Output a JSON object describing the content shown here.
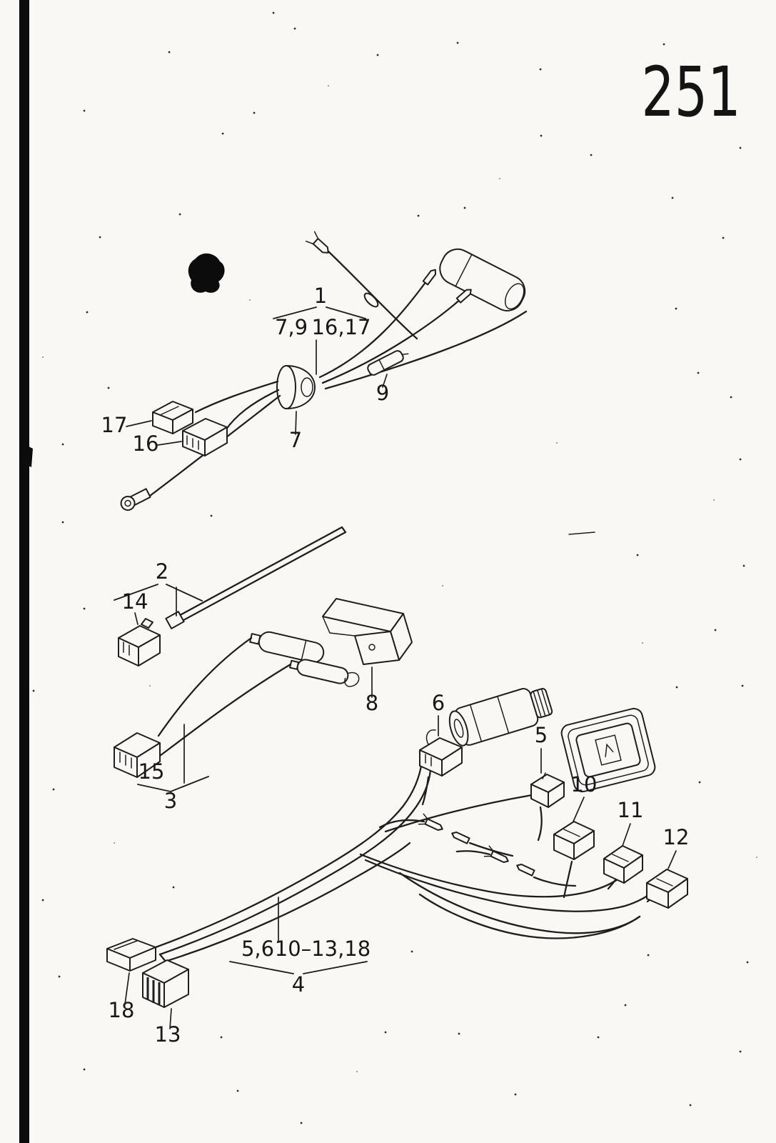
{
  "page": {
    "number": "251"
  },
  "figure": {
    "upper_harness": {
      "assembly": "1",
      "left_subgroup": "7,9",
      "right_subgroup": "16,17",
      "inline_connector": "9",
      "grommet": "7",
      "connector_a": "17",
      "connector_b": "16"
    },
    "antenna_lead": {
      "assembly": "2",
      "connector": "14"
    },
    "mounting_bracket": {
      "part": "8"
    },
    "sensor_lead": {
      "connector": "15",
      "assembly": "3"
    },
    "main_harness": {
      "connector_6": "6",
      "connector_5": "5",
      "connector_10": "10",
      "connector_11": "11",
      "connector_12": "12",
      "connector_18": "18",
      "connector_13": "13",
      "left_subgroup": "5,6",
      "right_subgroup": "10–13,18",
      "assembly": "4"
    }
  }
}
